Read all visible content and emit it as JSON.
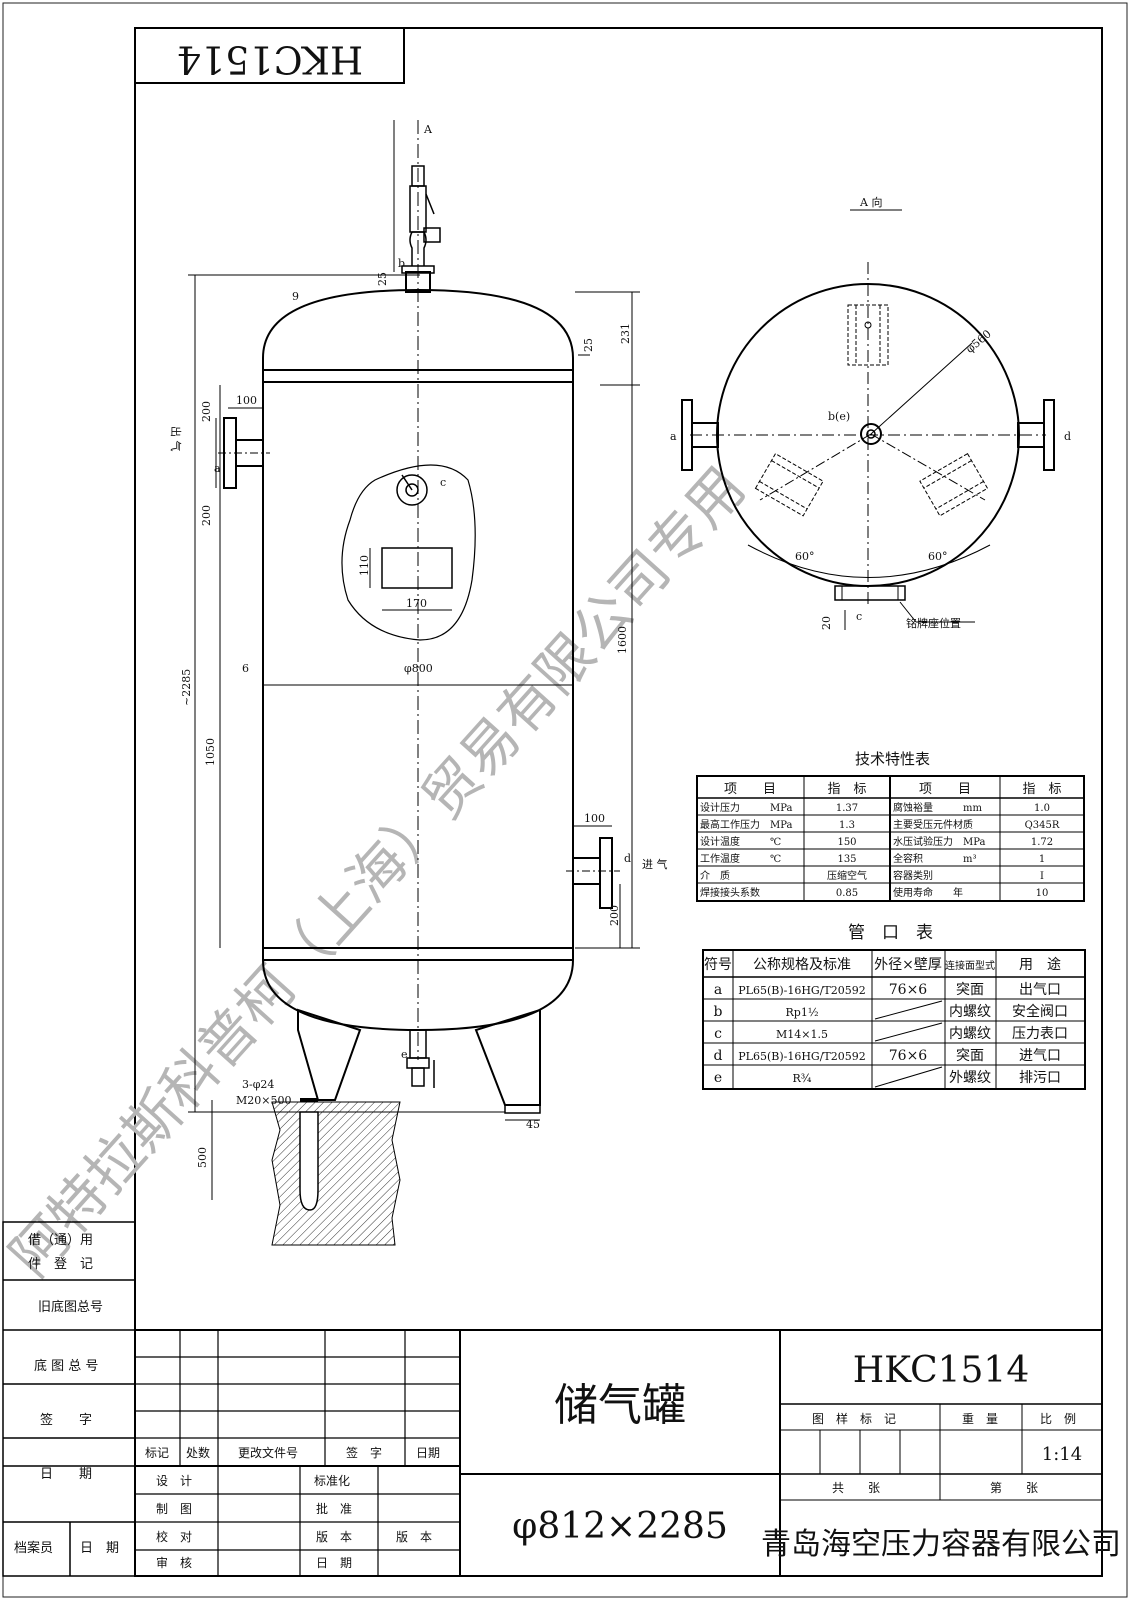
{
  "drawing_number": "HKC1514",
  "drawing_number_rotated": "HKC1514",
  "watermark": "阿特拉斯科普柯（上海）贸易有限公司专用",
  "view_a": {
    "title": "A 向",
    "dia": "φ560",
    "center_label": "b(e)",
    "angle_left": "60°",
    "angle_right": "60°",
    "dim_20": "20",
    "nameplate_label": "铭牌座位置",
    "port_a": "a",
    "port_d": "d",
    "port_c": "c"
  },
  "elevation": {
    "arrow_a": "A",
    "label_b": "b",
    "label_c": "c",
    "label_a": "a",
    "label_d": "d",
    "label_e": "e",
    "outlet": "出 气",
    "inlet": "进 气",
    "dims": {
      "d25a": "25",
      "d25b": "25",
      "d231": "231",
      "d9": "9",
      "d100a": "100",
      "d200a": "200",
      "d200b": "200",
      "d110": "110",
      "d170": "170",
      "d6": "6",
      "dia800": "φ800",
      "total": "~2285",
      "d1050": "1050",
      "d1600": "1600",
      "d100b": "100",
      "d200c": "200",
      "d45": "45",
      "d500": "500",
      "bolt1": "3-φ24",
      "bolt2": "M20×500"
    }
  },
  "tech_table": {
    "title": "技术特性表",
    "headers": [
      "项　　目",
      "指　标",
      "项　　目",
      "指　标"
    ],
    "rows": [
      [
        "设计压力　　　MPa",
        "1.37",
        "腐蚀裕量　　　mm",
        "1.0"
      ],
      [
        "最高工作压力　MPa",
        "1.3",
        "主要受压元件材质",
        "Q345R"
      ],
      [
        "设计温度　　　℃",
        "150",
        "水压试验压力　MPa",
        "1.72"
      ],
      [
        "工作温度　　　℃",
        "135",
        "全容积　　　　m³",
        "1"
      ],
      [
        "介　质",
        "压缩空气",
        "容器类别",
        "Ⅰ"
      ],
      [
        "焊接接头系数",
        "0.85",
        "使用寿命　　年",
        "10"
      ]
    ]
  },
  "nozzle_table": {
    "title": "管　口　表",
    "headers": [
      "符号",
      "公称规格及标准",
      "外径×壁厚",
      "连接面型式",
      "用　途"
    ],
    "rows": [
      [
        "a",
        "PL65(B)-16HG/T20592",
        "76×6",
        "突面",
        "出气口"
      ],
      [
        "b",
        "Rp1½",
        "",
        "内螺纹",
        "安全阀口"
      ],
      [
        "c",
        "M14×1.5",
        "",
        "内螺纹",
        "压力表口"
      ],
      [
        "d",
        "PL65(B)-16HG/T20592",
        "76×6",
        "突面",
        "进气口"
      ],
      [
        "e",
        "R¾",
        "",
        "外螺纹",
        "排污口"
      ]
    ]
  },
  "left_block": {
    "borrow1": "借（通）用",
    "borrow2": "件　登　记",
    "old_total": "旧底图总号",
    "base_total": "底 图 总 号",
    "sign": "签　　字",
    "date": "日　　期",
    "archivist": "档案员",
    "date2": "日　期"
  },
  "revision": {
    "mark": "标记",
    "count": "处数",
    "file": "更改文件号",
    "sign": "签　字",
    "date": "日期"
  },
  "signoff": {
    "design": "设　计",
    "draw": "制　图",
    "check": "校　对",
    "review": "审　核",
    "standard": "标准化",
    "approve": "批　准",
    "version": "版　本",
    "version2": "版　本",
    "date": "日　期"
  },
  "title_block": {
    "name": "储气罐",
    "spec": "φ812×2285",
    "code": "HKC1514",
    "mark_label": "图　样　标　记",
    "weight": "重　量",
    "scale_label": "比　例",
    "scale": "1:14",
    "total_sheets": "共　　张",
    "sheet": "第　　张",
    "company": "青岛海空压力容器有限公司"
  }
}
